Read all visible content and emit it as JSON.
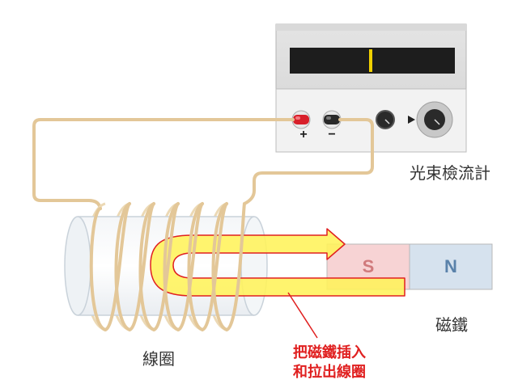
{
  "galvanometer": {
    "label": "光束檢流計",
    "plus_sign": "+",
    "minus_sign": "−"
  },
  "coil": {
    "label": "線圈"
  },
  "magnet": {
    "label": "磁鐵",
    "south_pole": "S",
    "north_pole": "N"
  },
  "instruction": {
    "line1": "把磁鐵插入",
    "line2": "和拉出線圈"
  },
  "colors": {
    "wire": "#e3c798",
    "arrow_fill": "#fff35a",
    "arrow_stroke": "#e02020",
    "instruction_text": "#e02020",
    "magnet_s": "#f7d3d4",
    "magnet_n": "#d6e2ee",
    "display": "#1d1d1d",
    "needle": "#f0d000"
  },
  "icons": [
    "red-terminal-icon",
    "black-terminal-icon",
    "knob-icon",
    "pointer-triangle-icon",
    "large-knob-icon"
  ]
}
